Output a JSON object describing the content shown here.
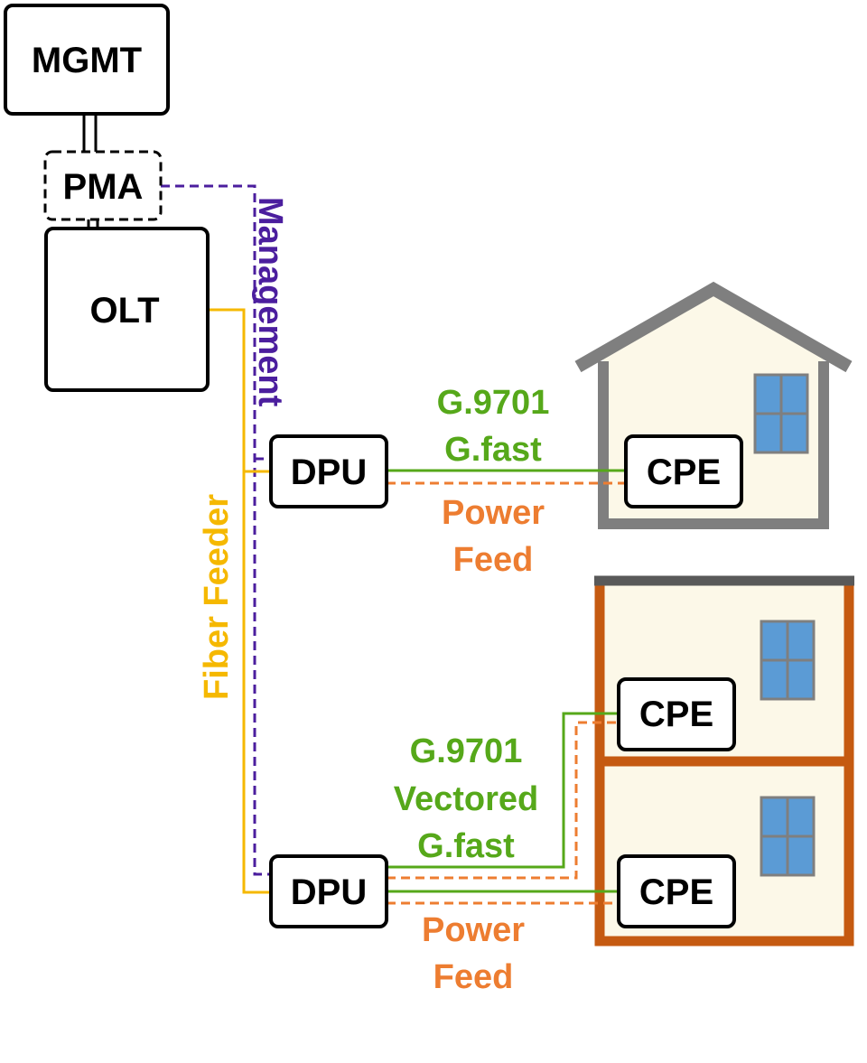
{
  "nodes": {
    "mgmt": "MGMT",
    "pma": "PMA",
    "olt": "OLT",
    "dpu_top": "DPU",
    "dpu_bottom": "DPU",
    "cpe_house": "CPE",
    "cpe_upper": "CPE",
    "cpe_lower": "CPE"
  },
  "labels": {
    "management": "Management",
    "fiber_feeder": "Fiber Feeder",
    "top_link_line1": "G.9701",
    "top_link_line2": "G.fast",
    "top_power_line1": "Power",
    "top_power_line2": "Feed",
    "bottom_link_line1": "G.9701",
    "bottom_link_line2": "Vectored",
    "bottom_link_line3": "G.fast",
    "bottom_power_line1": "Power",
    "bottom_power_line2": "Feed"
  },
  "colors": {
    "management": "#4b1e9e",
    "fiber": "#f5b800",
    "gfast": "#56a81a",
    "power": "#ed7d31",
    "house_wall": "#7f7f7f",
    "house_fill": "#fcf8e8",
    "building_wall": "#c55a11",
    "building_roof": "#595959",
    "window": "#5b9bd5",
    "window_frame": "#7f7f7f"
  }
}
